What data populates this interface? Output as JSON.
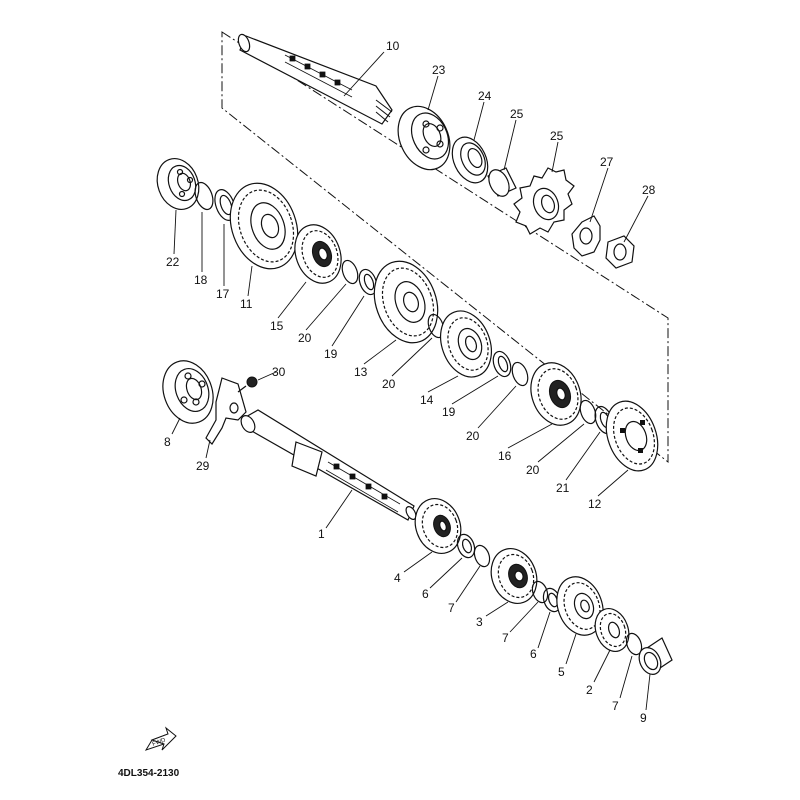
{
  "parts": [
    {
      "key": "p10",
      "label": "10"
    },
    {
      "key": "p23",
      "label": "23"
    },
    {
      "key": "p24",
      "label": "24"
    },
    {
      "key": "p25a",
      "label": "25"
    },
    {
      "key": "p25b",
      "label": "25"
    },
    {
      "key": "p27",
      "label": "27"
    },
    {
      "key": "p28",
      "label": "28"
    },
    {
      "key": "p22",
      "label": "22"
    },
    {
      "key": "p18",
      "label": "18"
    },
    {
      "key": "p17",
      "label": "17"
    },
    {
      "key": "p11",
      "label": "11"
    },
    {
      "key": "p15",
      "label": "15"
    },
    {
      "key": "p20a",
      "label": "20"
    },
    {
      "key": "p19a",
      "label": "19"
    },
    {
      "key": "p13",
      "label": "13"
    },
    {
      "key": "p20b",
      "label": "20"
    },
    {
      "key": "p14",
      "label": "14"
    },
    {
      "key": "p19b",
      "label": "19"
    },
    {
      "key": "p20c",
      "label": "20"
    },
    {
      "key": "p16",
      "label": "16"
    },
    {
      "key": "p20d",
      "label": "20"
    },
    {
      "key": "p21",
      "label": "21"
    },
    {
      "key": "p12",
      "label": "12"
    },
    {
      "key": "p30",
      "label": "30"
    },
    {
      "key": "p8",
      "label": "8"
    },
    {
      "key": "p29",
      "label": "29"
    },
    {
      "key": "p1",
      "label": "1"
    },
    {
      "key": "p4",
      "label": "4"
    },
    {
      "key": "p6a",
      "label": "6"
    },
    {
      "key": "p7a",
      "label": "7"
    },
    {
      "key": "p3",
      "label": "3"
    },
    {
      "key": "p7b",
      "label": "7"
    },
    {
      "key": "p6b",
      "label": "6"
    },
    {
      "key": "p5",
      "label": "5"
    },
    {
      "key": "p2",
      "label": "2"
    },
    {
      "key": "p7c",
      "label": "7"
    },
    {
      "key": "p9",
      "label": "9"
    }
  ],
  "diagram_code": "4DL354-2130",
  "fwd_label": "FWD",
  "icons": [
    "forward-arrow-icon"
  ]
}
